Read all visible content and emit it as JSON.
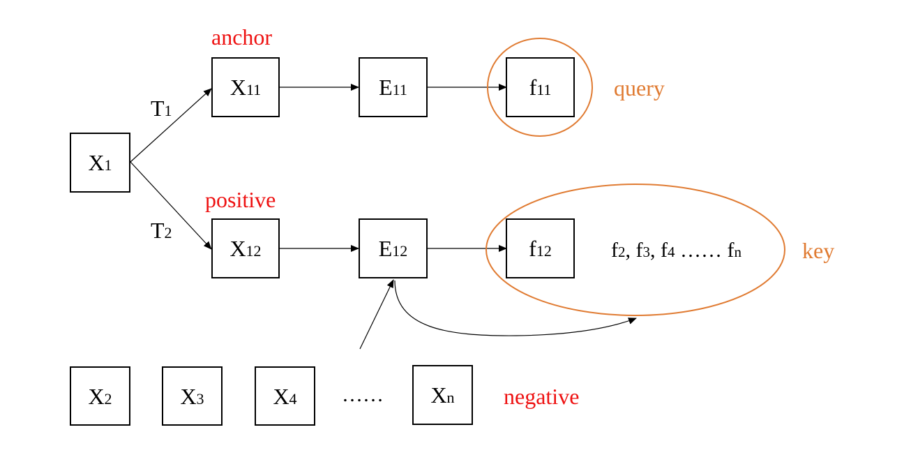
{
  "colors": {
    "role_red": "#ee1111",
    "role_orange": "#e07b32",
    "line": "#000000"
  },
  "nodes": {
    "x1": {
      "base": "X",
      "sub": "1"
    },
    "x11": {
      "base": "X",
      "sub": "11"
    },
    "x12": {
      "base": "X",
      "sub": "12"
    },
    "e11": {
      "base": "E",
      "sub": "11"
    },
    "e12": {
      "base": "E",
      "sub": "12"
    },
    "f11": {
      "base": "f",
      "sub": "11"
    },
    "f12": {
      "base": "f",
      "sub": "12"
    },
    "x2": {
      "base": "X",
      "sub": "2"
    },
    "x3": {
      "base": "X",
      "sub": "3"
    },
    "x4": {
      "base": "X",
      "sub": "4"
    },
    "xn": {
      "base": "X",
      "sub": "n"
    }
  },
  "transforms": {
    "t1": {
      "base": "T",
      "sub": "1"
    },
    "t2": {
      "base": "T",
      "sub": "2"
    }
  },
  "roles": {
    "anchor": "anchor",
    "positive": "positive",
    "negative": "negative",
    "query": "query",
    "key": "key"
  },
  "key_list": {
    "f2_base": "f",
    "f2_sub": "2",
    "sep1": ", ",
    "f3_base": "f",
    "f3_sub": "3",
    "sep2": ", ",
    "f4_base": "f",
    "f4_sub": "4",
    "dots": " …… ",
    "fn_base": "f",
    "fn_sub": "n"
  },
  "ellipsis_row": "……"
}
